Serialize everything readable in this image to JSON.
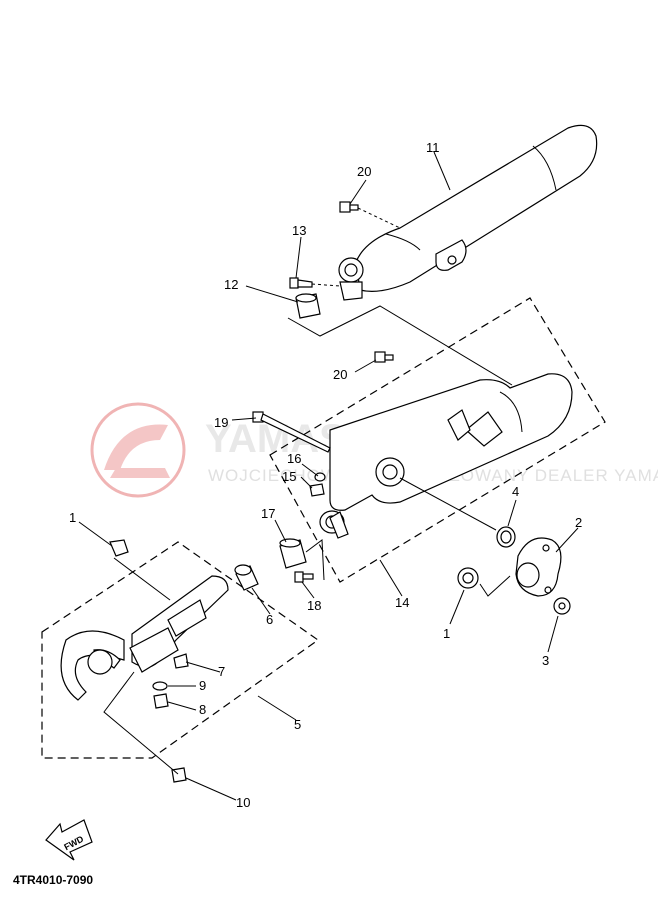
{
  "diagram": {
    "ref_code": "4TR4010-7090",
    "fwd_label": "FWD",
    "callouts": [
      {
        "id": "c11",
        "text": "11"
      },
      {
        "id": "c20a",
        "text": "20"
      },
      {
        "id": "c13",
        "text": "13"
      },
      {
        "id": "c12",
        "text": "12"
      },
      {
        "id": "c20b",
        "text": "20"
      },
      {
        "id": "c19",
        "text": "19"
      },
      {
        "id": "c16",
        "text": "16"
      },
      {
        "id": "c15",
        "text": "15"
      },
      {
        "id": "c17",
        "text": "17"
      },
      {
        "id": "c18",
        "text": "18"
      },
      {
        "id": "c14",
        "text": "14"
      },
      {
        "id": "c4",
        "text": "4"
      },
      {
        "id": "c2",
        "text": "2"
      },
      {
        "id": "c1b",
        "text": "1"
      },
      {
        "id": "c3",
        "text": "3"
      },
      {
        "id": "c1a",
        "text": "1"
      },
      {
        "id": "c6",
        "text": "6"
      },
      {
        "id": "c7",
        "text": "7"
      },
      {
        "id": "c9",
        "text": "9"
      },
      {
        "id": "c8",
        "text": "8"
      },
      {
        "id": "c5",
        "text": "5"
      },
      {
        "id": "c10",
        "text": "10"
      }
    ]
  },
  "watermark": {
    "main": "YAMASKLEP.PL",
    "sub": "WOJCIECHOWSKI AUTORYZOWANY DEALER YAMAHA",
    "color": "#e8a0a0"
  }
}
